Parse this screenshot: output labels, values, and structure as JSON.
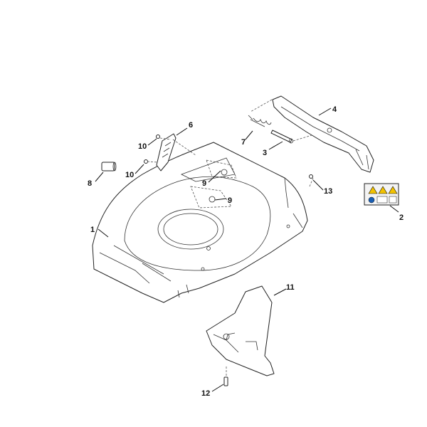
{
  "callouts": [
    {
      "id": "1",
      "label": "1"
    },
    {
      "id": "2",
      "label": "2"
    },
    {
      "id": "3",
      "label": "3"
    },
    {
      "id": "4",
      "label": "4"
    },
    {
      "id": "6",
      "label": "6"
    },
    {
      "id": "7",
      "label": "7"
    },
    {
      "id": "8",
      "label": "8"
    },
    {
      "id": "9a",
      "label": "9"
    },
    {
      "id": "9b",
      "label": "9"
    },
    {
      "id": "10a",
      "label": "10"
    },
    {
      "id": "10b",
      "label": "10"
    },
    {
      "id": "11",
      "label": "11"
    },
    {
      "id": "12",
      "label": "12"
    },
    {
      "id": "13",
      "label": "13"
    }
  ],
  "colors": {
    "line": "#222222",
    "warning_yellow": "#f2c200",
    "mandatory_blue": "#1a5fb4",
    "background": "#ffffff"
  }
}
